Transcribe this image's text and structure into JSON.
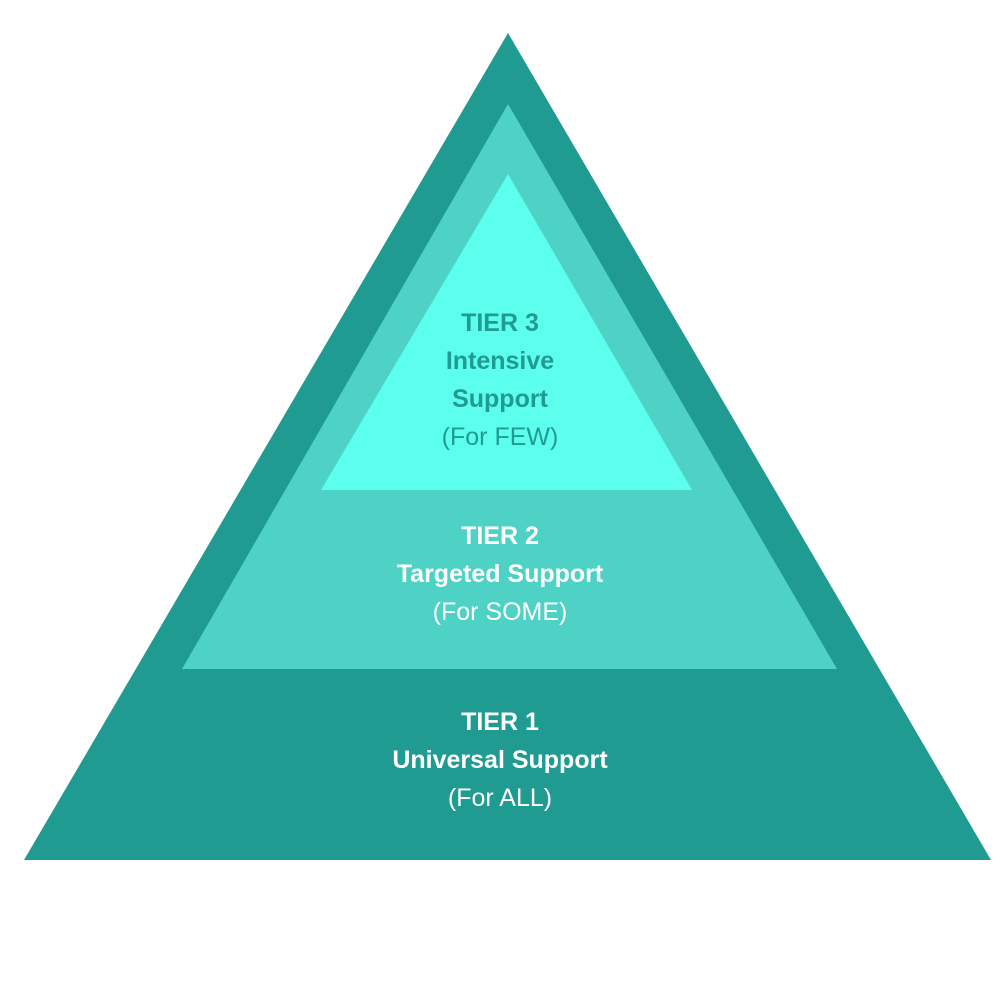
{
  "diagram": {
    "type": "pyramid",
    "colors": {
      "background": "#ffffff",
      "tier1_fill": "#1f9b91",
      "tier2_fill": "#4dd2c5",
      "tier3_fill": "#5cffee",
      "light_text": "#ffffff",
      "dark_text": "#1f9b91"
    },
    "tiers": [
      {
        "title": "TIER 1",
        "name": "Universal Support",
        "audience": "(For ALL)"
      },
      {
        "title": "TIER 2",
        "name": "Targeted Support",
        "audience": "(For SOME)"
      },
      {
        "title": "TIER 3",
        "name_line1": "Intensive",
        "name_line2": "Support",
        "audience": "(For FEW)"
      }
    ]
  }
}
